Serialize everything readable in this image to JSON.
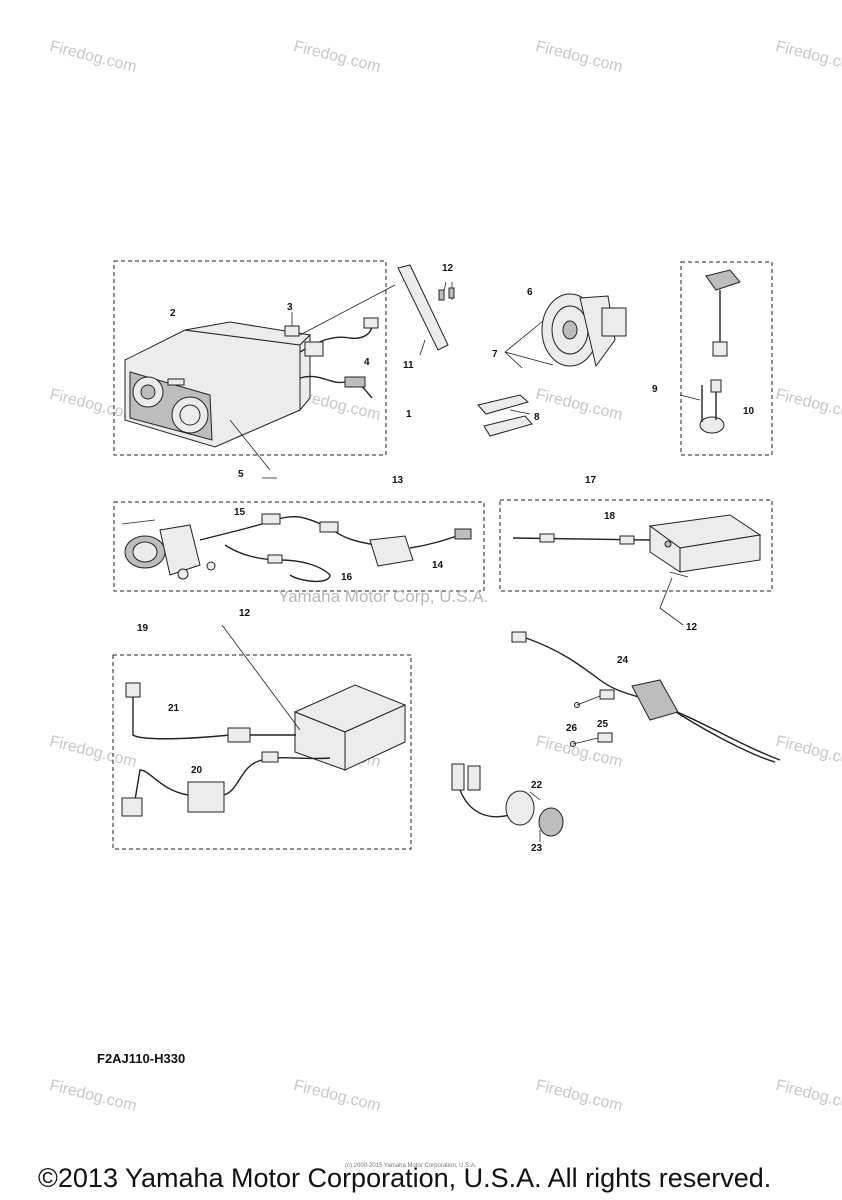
{
  "watermark": {
    "text": "Firedog.com"
  },
  "center_watermark": "Yamaha Motor Corp, U.S.A.",
  "diagram_code": "F2AJ110-H330",
  "footer_small_note": "(c) 2000-2015 Yamaha Motor Corporation, U.S.A.",
  "copyright": "©2013 Yamaha Motor Corporation, U.S.A. All rights reserved.",
  "callouts": {
    "c1": "1",
    "c2": "2",
    "c3": "3",
    "c4": "4",
    "c5": "5",
    "c6": "6",
    "c7": "7",
    "c8": "8",
    "c9": "9",
    "c10": "10",
    "c11": "11",
    "c12a": "12",
    "c12b": "12",
    "c12c": "12",
    "c13": "13",
    "c14": "14",
    "c15": "15",
    "c16": "16",
    "c17": "17",
    "c18": "18",
    "c19": "19",
    "c20": "20",
    "c21": "21",
    "c22": "22",
    "c23": "23",
    "c24": "24",
    "c25": "25",
    "c26": "26"
  }
}
